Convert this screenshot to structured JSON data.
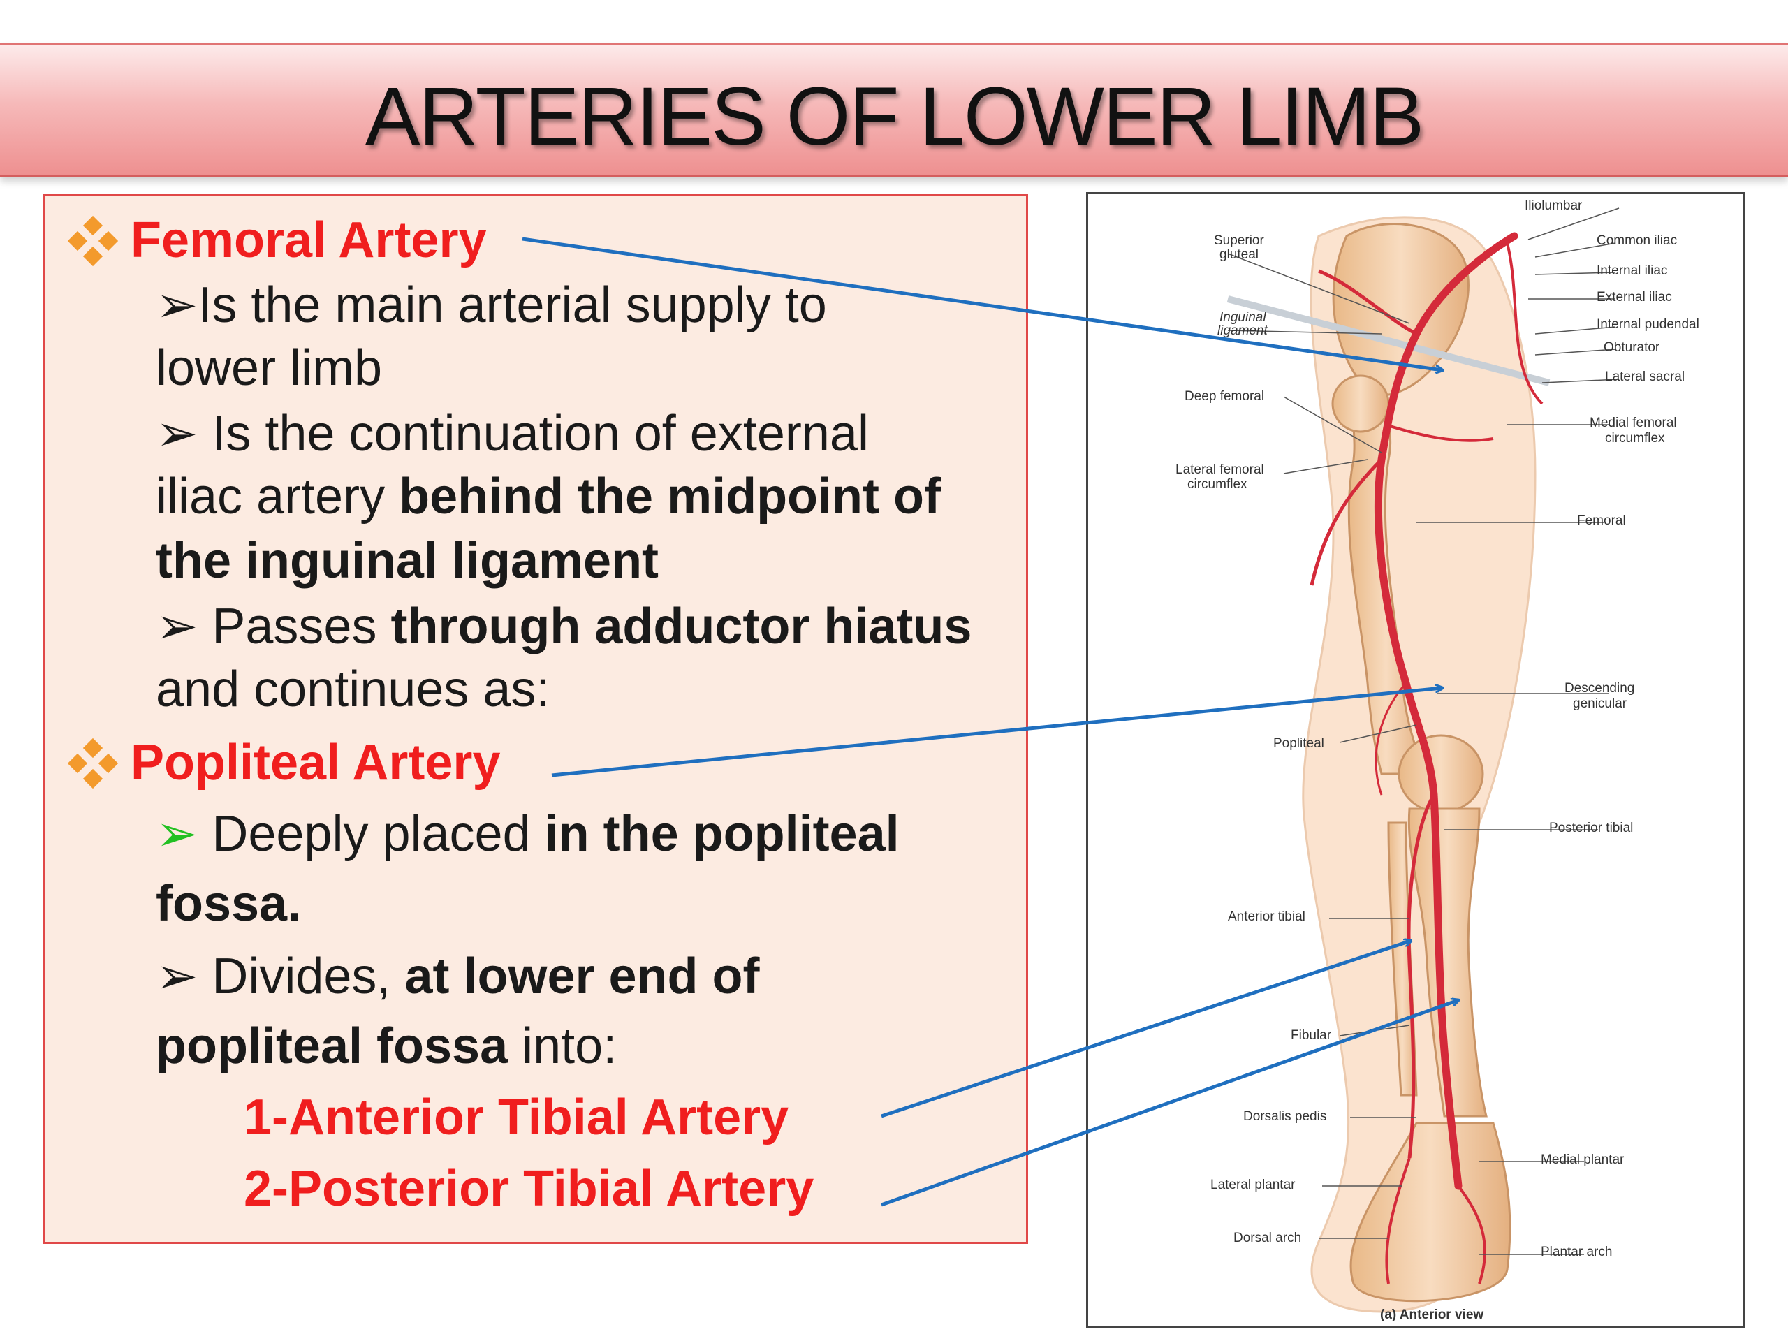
{
  "title": "ARTERIES OF LOWER LIMB",
  "femoral": {
    "heading": "Femoral Artery",
    "b1_l1": "Is the main arterial supply to",
    "b1_l2": "lower limb",
    "b2_l1": "Is the continuation of external",
    "b2_l2_normal": "iliac artery ",
    "b2_l2_bold": "behind the midpoint of",
    "b2_l3_bold": "the inguinal ligament",
    "b3_l1_normal": "Passes ",
    "b3_l1_bold": "through adductor hiatus",
    "b3_l2": "and continues as:"
  },
  "popliteal": {
    "heading": "Popliteal Artery",
    "b1_l1_normal": "Deeply placed ",
    "b1_l1_bold": "in the popliteal",
    "b1_l2_bold": "fossa.",
    "b2_l1_normal": "Divides, ",
    "b2_l1_bold": "at lower end of",
    "b2_l2_bold": "popliteal fossa",
    "b2_l2_normal": " into:",
    "branch1": "1-Anterior Tibial Artery",
    "branch2": "2-Posterior Tibial Artery"
  },
  "figure": {
    "labels_right": [
      "Iliolumbar",
      "Common iliac",
      "Internal iliac",
      "External iliac",
      "Internal pudendal",
      "Obturator",
      "Lateral sacral",
      "Medial femoral",
      "circumflex",
      "Femoral",
      "Descending",
      "genicular",
      "Posterior tibial",
      "Medial plantar",
      "Plantar arch"
    ],
    "labels_left": [
      "Superior",
      "gluteal",
      "Inguinal",
      "ligament",
      "Deep femoral",
      "Lateral femoral",
      "circumflex",
      "Popliteal",
      "Anterior tibial",
      "Fibular",
      "Dorsalis pedis",
      "Lateral plantar",
      "Dorsal arch"
    ],
    "caption": "(a) Anterior view"
  },
  "colors": {
    "heading_red": "#f01e1e",
    "diamond_orange": "#f39a2c",
    "pointer_blue": "#1f6fbf",
    "bullet_green": "#22c022"
  }
}
